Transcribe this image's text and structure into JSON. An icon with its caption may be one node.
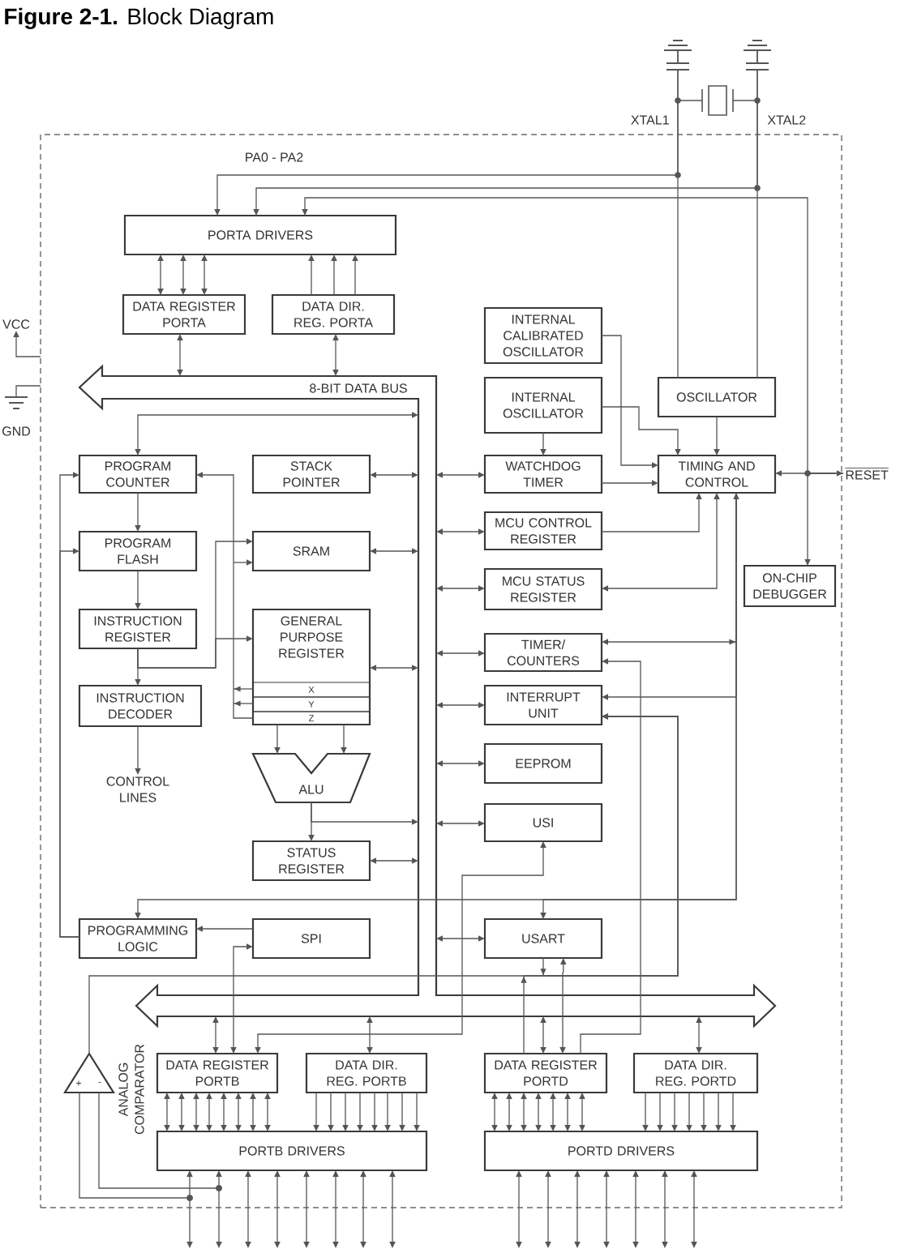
{
  "diagram": {
    "title": "**Figure 2-1.** Block Diagram",
    "nodes": [
      {
        "text": [],
        "shape": "box"
      },
      {
        "text": [
          "PORTA DRIVERS"
        ],
        "in": 0
      },
      {
        "text": [
          "DATA REGISTER PORTA"
        ],
        "in": 0
      },
      {
        "text": [
          "DATA DIR. REG. PORTA"
        ],
        "in": 0
      },
      {
        "text": [
          "INTERNAL CALIBRATED OSCILLATOR"
        ],
        "in": 0
      },
      {
        "text": [
          "VCC"
        ]
      },
      {
        "text": [
          "INTERNAL OSCILLATOR"
        ],
        "in": 0
      },
      {
        "text": [
          "OSCILLATOR"
        ],
        "in": 0
      },
      {
        "text": [
          "8-BIT DATA BUS"
        ],
        "in": 0
      },
      {
        "text": [
          "GND"
        ]
      },
      {
        "text": [
          "PROGRAM COUNTER"
        ],
        "in": 0
      },
      {
        "text": [
          "STACK POINTER"
        ],
        "in": 0
      },
      {
        "text": [
          "WATCHDOG TIMER"
        ],
        "in": 0
      },
      {
        "text": [
          "TIMING AND CONTROL"
        ],
        "in": 0
      },
      {
        "text": [
          "RESET"
        ]
      },
      {
        "text": [
          "PROGRAM FLASH"
        ],
        "in": 0
      },
      {
        "text": [
          "SRAM"
        ],
        "in": 0
      },
      {
        "text": [
          "MCU CONTROL REGISTER"
        ],
        "in": 0
      },
      {
        "text": [
          "MCU STATUS REGISTER"
        ],
        "in": 0
      },
      {
        "text": [
          "ON-CHIP DEBUGGER"
        ],
        "in": 0
      },
      {
        "text": [
          "INSTRUCTION REGISTER"
        ],
        "in": 0
      },
      {
        "text": [
          "GENERAL PURPOSE REGISTER"
        ],
        "in": 0
      },
      {
        "text": [
          "X"
        ],
        "in": 21
      },
      {
        "text": [
          "Y"
        ],
        "in": 21
      },
      {
        "text": [
          "Z"
        ],
        "in": 21
      },
      {
        "text": [
          "TIMER/ COUNTERS"
        ],
        "in": 0
      },
      {
        "text": [
          "INSTRUCTION DECODER"
        ],
        "in": 0
      },
      {
        "text": [
          "INTERRUPT UNIT"
        ],
        "in": 0
      },
      {
        "text": [
          "ALU"
        ],
        "in": 0
      },
      {
        "text": [
          "EEPROM"
        ],
        "in": 0
      },
      {
        "text": [
          "CONTROL LINES"
        ],
        "in": 0
      },
      {
        "text": [
          "USI"
        ],
        "in": 0
      },
      {
        "text": [
          "STATUS REGISTER"
        ],
        "in": 0
      },
      {
        "text": [
          "PROGRAMMING LOGIC"
        ],
        "in": 0
      },
      {
        "text": [
          "SPI"
        ],
        "in": 0
      },
      {
        "text": [
          "USART"
        ],
        "in": 0
      },
      {
        "text": [
          "+",
          "-"
        ],
        "beside": [
          "ANALOG COMPARATOR"
        ],
        "in": 0
      },
      {
        "text": [
          "DATA REGISTER PORTB"
        ],
        "in": 0
      },
      {
        "text": [
          "DATA DIR. REG. PORTB"
        ],
        "in": 0
      },
      {
        "text": [
          "DATA REGISTER PORTD"
        ],
        "in": 0
      },
      {
        "text": [
          "DATA DIR. REG. PORTD"
        ],
        "in": 0
      },
      {
        "text": [
          "PORTB DRIVERS"
        ],
        "in": 0
      },
      {
        "text": [
          "PORTD DRIVERS"
        ],
        "in": 0
      },
      {
        "text": [],
        "shape": "capacitor"
      },
      {
        "text": [],
        "shape": "capacitor"
      },
      {
        "text": [],
        "shape": "circle",
        "in": 0
      },
      {
        "text": [],
        "shape": "circle",
        "in": 0
      }
    ],
    "edges": [
      {
        "from": 2,
        "to": 1,
        "arrow": "both"
      },
      {
        "from": 2,
        "to": 1,
        "arrow": "both"
      },
      {
        "from": 2,
        "to": 1,
        "arrow": "both"
      },
      {
        "from": 3,
        "to": 1,
        "arrow": "to"
      },
      {
        "from": 3,
        "to": 1,
        "arrow": "to"
      },
      {
        "from": 3,
        "to": 1,
        "arrow": "to"
      },
      {
        "from": 2,
        "to": 8,
        "arrow": "both"
      },
      {
        "from": 3,
        "to": 8,
        "arrow": "both"
      },
      {
        "from": 43,
        "to": 1,
        "arrow": "to"
      },
      {
        "from": 44,
        "to": 1,
        "arrow": "to"
      },
      {
        "from": 14,
        "to": 13,
        "arrow": "to"
      },
      {
        "from": 14,
        "to": 19,
        "arrow": "to"
      },
      {
        "from": 1,
        "to": 14,
        "arrow": "both"
      },
      {
        "from": 43,
        "to": 7,
        "arrow": "none"
      },
      {
        "from": 44,
        "to": 7,
        "arrow": "none"
      },
      {
        "from": 4,
        "to": 13,
        "arrow": "to"
      },
      {
        "from": 6,
        "to": 12,
        "arrow": "to"
      },
      {
        "from": 6,
        "to": 13,
        "arrow": "to"
      },
      {
        "from": 7,
        "to": 13,
        "arrow": "to"
      },
      {
        "from": 12,
        "to": 13,
        "arrow": "to"
      },
      {
        "from": 17,
        "to": 13,
        "arrow": "to"
      },
      {
        "from": 13,
        "to": 18,
        "arrow": "both"
      },
      {
        "from": 13,
        "to": 25,
        "arrow": "to"
      },
      {
        "from": 13,
        "to": 27,
        "arrow": "to"
      },
      {
        "from": 13,
        "to": 33,
        "arrow": "both"
      },
      {
        "from": 13,
        "to": 35,
        "arrow": "to"
      },
      {
        "from": 12,
        "to": 8,
        "arrow": "both"
      },
      {
        "from": 17,
        "to": 8,
        "arrow": "both"
      },
      {
        "from": 18,
        "to": 8,
        "arrow": "both"
      },
      {
        "from": 25,
        "to": 8,
        "arrow": "both"
      },
      {
        "from": 27,
        "to": 8,
        "arrow": "both"
      },
      {
        "from": 29,
        "to": 8,
        "arrow": "both"
      },
      {
        "from": 31,
        "to": 8,
        "arrow": "both"
      },
      {
        "from": 35,
        "to": 8,
        "arrow": "both"
      },
      {
        "from": 11,
        "to": 8,
        "arrow": "both"
      },
      {
        "from": 16,
        "to": 8,
        "arrow": "both"
      },
      {
        "from": 21,
        "to": 8,
        "arrow": "both"
      },
      {
        "from": 32,
        "to": 8,
        "arrow": "both"
      },
      {
        "from": 28,
        "to": 32,
        "arrow": "to"
      },
      {
        "from": 28,
        "to": 8,
        "arrow": "to"
      },
      {
        "from": 10,
        "to": 8,
        "arrow": "both"
      },
      {
        "from": 10,
        "to": 15,
        "arrow": "to"
      },
      {
        "from": 15,
        "to": 20,
        "arrow": "to"
      },
      {
        "from": 20,
        "to": 26,
        "arrow": "to"
      },
      {
        "from": 20,
        "to": 16,
        "arrow": "to"
      },
      {
        "from": 20,
        "to": 21,
        "arrow": "to"
      },
      {
        "from": 26,
        "to": 30,
        "arrow": "to"
      },
      {
        "from": 22,
        "to": 10,
        "arrow": "to"
      },
      {
        "from": 23,
        "to": 10,
        "arrow": "to"
      },
      {
        "from": 24,
        "to": 10,
        "arrow": "to"
      },
      {
        "from": 22,
        "to": 16,
        "arrow": "to"
      },
      {
        "from": 23,
        "to": 16,
        "arrow": "to"
      },
      {
        "from": 24,
        "to": 16,
        "arrow": "to"
      },
      {
        "from": 21,
        "to": 28,
        "arrow": "to"
      },
      {
        "from": 21,
        "to": 28,
        "arrow": "to"
      },
      {
        "from": 33,
        "to": 10,
        "arrow": "to"
      },
      {
        "from": 33,
        "to": 15,
        "arrow": "to"
      },
      {
        "from": 34,
        "to": 33,
        "arrow": "to"
      },
      {
        "from": 37,
        "to": 34,
        "arrow": "both"
      },
      {
        "from": 37,
        "to": 8,
        "arrow": "both"
      },
      {
        "from": 38,
        "to": 8,
        "arrow": "both"
      },
      {
        "from": 31,
        "to": 37,
        "arrow": "both"
      },
      {
        "from": 36,
        "to": 27,
        "arrow": "to"
      },
      {
        "from": 39,
        "to": 27,
        "arrow": "to"
      },
      {
        "from": 39,
        "to": 25,
        "arrow": "to"
      },
      {
        "from": 39,
        "to": 35,
        "arrow": "both"
      },
      {
        "from": 35,
        "to": 27,
        "arrow": "to"
      },
      {
        "from": 39,
        "to": 8,
        "arrow": "both"
      },
      {
        "from": 40,
        "to": 8,
        "arrow": "both"
      },
      {
        "from": 37,
        "to": 41,
        "arrow": "both"
      },
      {
        "from": 37,
        "to": 41,
        "arrow": "both"
      },
      {
        "from": 37,
        "to": 41,
        "arrow": "both"
      },
      {
        "from": 37,
        "to": 41,
        "arrow": "both"
      },
      {
        "from": 37,
        "to": 41,
        "arrow": "both"
      },
      {
        "from": 37,
        "to": 41,
        "arrow": "both"
      },
      {
        "from": 37,
        "to": 41,
        "arrow": "both"
      },
      {
        "from": 37,
        "to": 41,
        "arrow": "both"
      },
      {
        "from": 38,
        "to": 41,
        "arrow": "to"
      },
      {
        "from": 38,
        "to": 41,
        "arrow": "to"
      },
      {
        "from": 38,
        "to": 41,
        "arrow": "to"
      },
      {
        "from": 38,
        "to": 41,
        "arrow": "to"
      },
      {
        "from": 38,
        "to": 41,
        "arrow": "to"
      },
      {
        "from": 38,
        "to": 41,
        "arrow": "to"
      },
      {
        "from": 38,
        "to": 41,
        "arrow": "to"
      },
      {
        "from": 38,
        "to": 41,
        "arrow": "to"
      },
      {
        "from": 39,
        "to": 42,
        "arrow": "both"
      },
      {
        "from": 39,
        "to": 42,
        "arrow": "both"
      },
      {
        "from": 39,
        "to": 42,
        "arrow": "both"
      },
      {
        "from": 39,
        "to": 42,
        "arrow": "both"
      },
      {
        "from": 39,
        "to": 42,
        "arrow": "both"
      },
      {
        "from": 39,
        "to": 42,
        "arrow": "both"
      },
      {
        "from": 39,
        "to": 42,
        "arrow": "both"
      },
      {
        "from": 40,
        "to": 42,
        "arrow": "to"
      },
      {
        "from": 40,
        "to": 42,
        "arrow": "to"
      },
      {
        "from": 40,
        "to": 42,
        "arrow": "to"
      },
      {
        "from": 40,
        "to": 42,
        "arrow": "to"
      },
      {
        "from": 40,
        "to": 42,
        "arrow": "to"
      },
      {
        "from": 40,
        "to": 42,
        "arrow": "to"
      },
      {
        "from": 40,
        "to": 42,
        "arrow": "to"
      },
      {
        "from": 45,
        "to": 41,
        "arrow": "to"
      },
      {
        "from": 46,
        "to": 41,
        "arrow": "to"
      },
      {
        "from": 41,
        "to": null,
        "arrow": "both"
      },
      {
        "from": 41,
        "to": null,
        "arrow": "both"
      },
      {
        "from": 41,
        "to": null,
        "arrow": "both"
      },
      {
        "from": 41,
        "to": null,
        "arrow": "both"
      },
      {
        "from": 41,
        "to": null,
        "arrow": "both"
      },
      {
        "from": 41,
        "to": null,
        "arrow": "both"
      },
      {
        "from": 42,
        "to": null,
        "arrow": "both"
      },
      {
        "from": 42,
        "to": null,
        "arrow": "both"
      },
      {
        "from": 42,
        "to": null,
        "arrow": "both"
      },
      {
        "from": 42,
        "to": null,
        "arrow": "both"
      },
      {
        "from": 42,
        "to": null,
        "arrow": "both"
      },
      {
        "from": 42,
        "to": null,
        "arrow": "both"
      },
      {
        "from": 42,
        "to": null,
        "arrow": "both"
      },
      {
        "from": 45,
        "to": 36,
        "arrow": "none"
      },
      {
        "from": 46,
        "to": 36,
        "arrow": "none"
      },
      {
        "from": 0,
        "to": 5,
        "arrow": "to"
      },
      {
        "from": 0,
        "to": 9,
        "arrow": "none"
      },
      {
        "from": 45,
        "to": null,
        "arrow": "to"
      },
      {
        "from": 46,
        "to": null,
        "arrow": "to"
      }
    ],
    "labels": [
      "PA0 - PA2",
      "XTAL1",
      "XTAL2"
    ]
  }
}
